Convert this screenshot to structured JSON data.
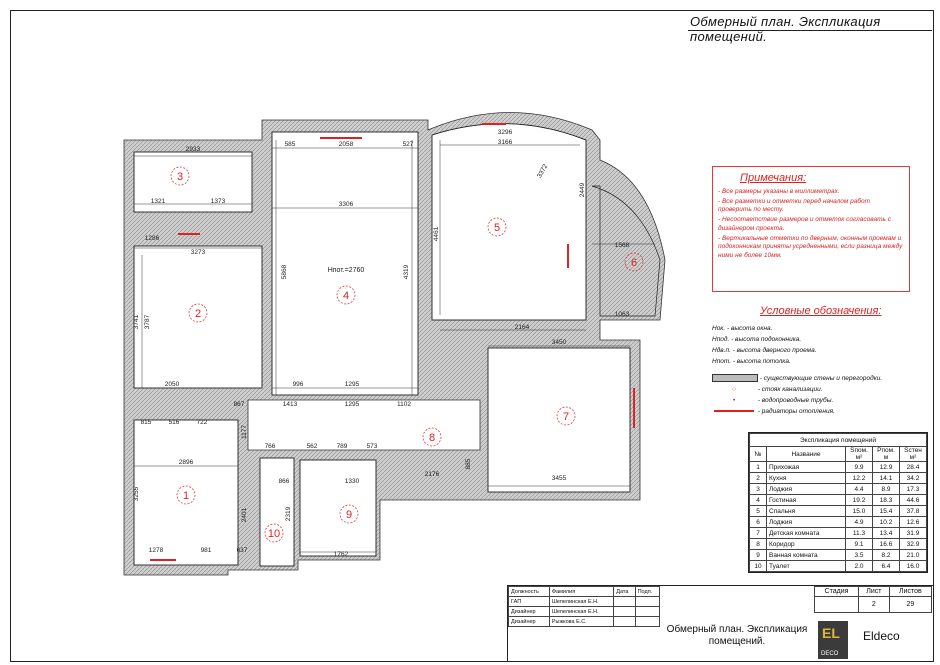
{
  "title": "Обмерный план. Экспликация помещений.",
  "rooms_on_plan": [
    "1",
    "2",
    "3",
    "4",
    "5",
    "6",
    "7",
    "8",
    "9",
    "10"
  ],
  "labels": {
    "h_room4": "Нпот.=2760",
    "dims": [
      "2933",
      "3296",
      "3166",
      "2058",
      "585",
      "527",
      "1321",
      "1373",
      "1286",
      "3273",
      "3306",
      "3741",
      "3787",
      "5868",
      "4319",
      "4461",
      "2449",
      "3450",
      "2164",
      "3455",
      "2896",
      "3255",
      "2050",
      "996",
      "1295",
      "1295",
      "1102",
      "867",
      "1413",
      "722",
      "815",
      "516",
      "2401",
      "2319",
      "1278",
      "981",
      "637",
      "1762",
      "1330",
      "562",
      "789",
      "573",
      "766",
      "866",
      "1568",
      "1063",
      "3372",
      "1177",
      "885",
      "2176"
    ]
  },
  "notes": {
    "title": "Примечания:",
    "items": [
      "- Все размеры указаны в миллиметрах.",
      "- Все разметки и отметки перед началом работ проверить по месту.",
      "- Несоответствие размеров и отметок согласовать с дизайнером проекта.",
      "- Вертикальные отметки по дверным, оконным проемам и подоконникам приняты усредненными, если разница между ними не более 10мм."
    ]
  },
  "legend": {
    "title": "Условные обозначения:",
    "items": [
      "Нок. - высота окна.",
      "Нпод. - высота подоконника.",
      "Ндв.п. - высота дверного проема.",
      "Нпот. - высота потолка."
    ],
    "symbols": [
      "- существующие стены и перегородки.",
      "- стояк канализации.",
      "- водопроводные трубы.",
      "- радиаторы отопления."
    ]
  },
  "explication": {
    "caption": "Экспликация помещений",
    "headers": [
      "№",
      "Название",
      "Sпом. м²",
      "Pпом. м",
      "Sстен м²"
    ],
    "rows": [
      [
        "1",
        "Прихожая",
        "9.9",
        "12.9",
        "28.4"
      ],
      [
        "2",
        "Кухня",
        "12.2",
        "14.1",
        "34.2"
      ],
      [
        "3",
        "Лоджия",
        "4.4",
        "8.9",
        "17.3"
      ],
      [
        "4",
        "Гостиная",
        "19.2",
        "18.3",
        "44.6"
      ],
      [
        "5",
        "Спальня",
        "15.0",
        "15.4",
        "37.8"
      ],
      [
        "6",
        "Лоджия",
        "4.9",
        "10.2",
        "12.6"
      ],
      [
        "7",
        "Детская комната",
        "11.3",
        "13.4",
        "31.9"
      ],
      [
        "8",
        "Коридор",
        "9.1",
        "16.6",
        "32.9"
      ],
      [
        "9",
        "Ванная комната",
        "3.5",
        "8.2",
        "21.0"
      ],
      [
        "10",
        "Туалет",
        "2.0",
        "6.4",
        "16.0"
      ]
    ]
  },
  "stamp": {
    "sig_headers": [
      "Должность",
      "Фамилия",
      "Дата",
      "Подп."
    ],
    "sig_rows": [
      [
        "ГАП",
        "Шепелинская Е.Н.",
        "",
        ""
      ],
      [
        "Дизайнер",
        "Шепелинская Е.Н.",
        "",
        ""
      ],
      [
        "Дизайнер",
        "Рыжкова Е.С.",
        "",
        ""
      ]
    ],
    "stage_headers": [
      "Стадия",
      "Лист",
      "Листов"
    ],
    "stage_values": [
      "",
      "2",
      "29"
    ],
    "title": "Обмерный план. Экспликация помещений.",
    "company": "Eldeco",
    "logo_text": "DECO"
  }
}
